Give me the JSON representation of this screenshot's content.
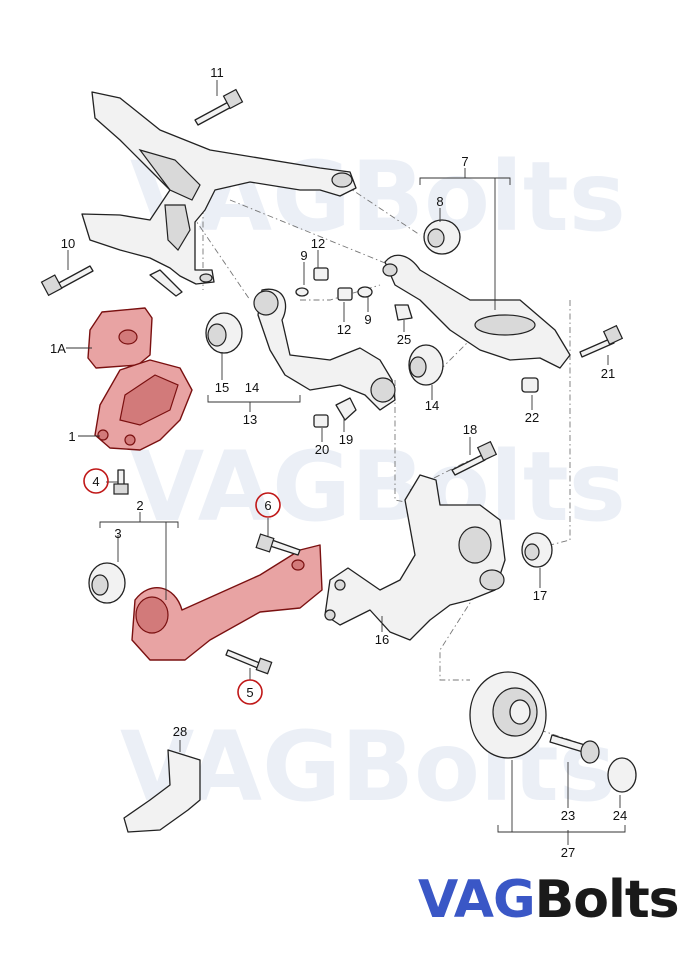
{
  "brand": {
    "prefix": "VAG",
    "suffix": "Bolts",
    "prefix_color": "#3a57c6",
    "suffix_color": "#1a1a1a"
  },
  "watermark": "VAGBolts",
  "highlight_color": "#e8a3a3",
  "circle_color": "#c01818",
  "callouts": {
    "c11": "11",
    "c10": "10",
    "c1a": "1A",
    "c1": "1",
    "c4": "4",
    "c9a": "9",
    "c12a": "12",
    "c12b": "12",
    "c9b": "9",
    "c25": "25",
    "c15": "15",
    "c14a": "14",
    "c13": "13",
    "c14b": "14",
    "c20": "20",
    "c19": "19",
    "c7": "7",
    "c8": "8",
    "c21": "21",
    "c22": "22",
    "c18": "18",
    "c2": "2",
    "c3": "3",
    "c6": "6",
    "c5": "5",
    "c16": "16",
    "c17": "17",
    "c28": "28",
    "c23": "23",
    "c24": "24",
    "c27": "27"
  }
}
